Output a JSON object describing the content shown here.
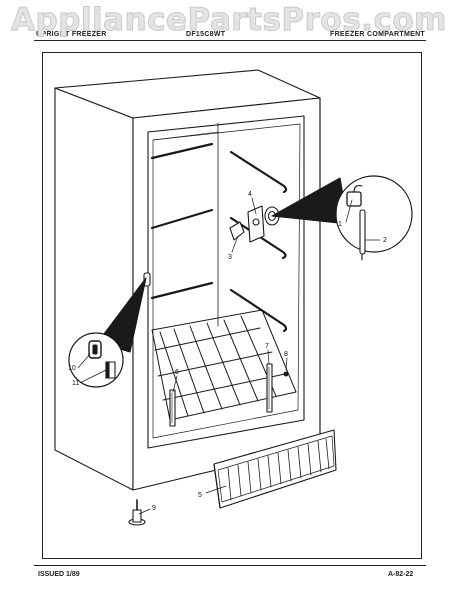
{
  "watermark": "AppliancePartsPros.com",
  "header": {
    "left": "UPRIGHT FREEZER",
    "middle": "DF15C8WT",
    "right": "FREEZER COMPARTMENT"
  },
  "footer": {
    "issued": "ISSUED 1/89",
    "page_code": "A-82-22"
  },
  "callouts": {
    "c1": "1",
    "c2": "2",
    "c3": "3",
    "c4": "4",
    "c5": "5",
    "c6": "6",
    "c7": "7",
    "c8": "8",
    "c9": "9",
    "c10": "10",
    "c11": "11"
  }
}
